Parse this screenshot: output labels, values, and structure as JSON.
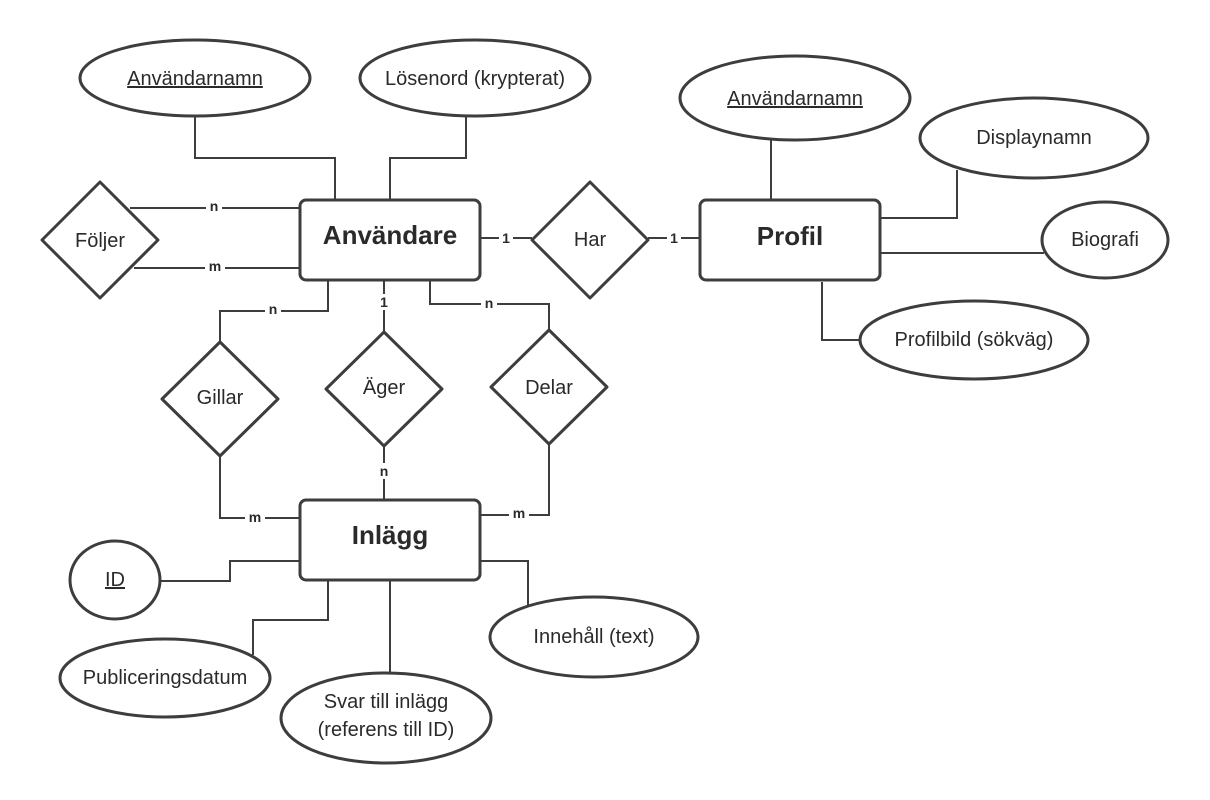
{
  "entities": {
    "anvandare": "Användare",
    "profil": "Profil",
    "inlagg": "Inlägg"
  },
  "relationships": {
    "foljer": "Följer",
    "har": "Har",
    "gillar": "Gillar",
    "ager": "Äger",
    "delar": "Delar"
  },
  "attributes": {
    "anvandare_anvandarnamn": "Användarnamn",
    "anvandare_losenord": "Lösenord (krypterat)",
    "profil_anvandarnamn": "Användarnamn",
    "profil_displaynamn": "Displaynamn",
    "profil_biografi": "Biografi",
    "profil_profilbild": "Profilbild (sökväg)",
    "inlagg_id": "ID",
    "inlagg_publiceringsdatum": "Publiceringsdatum",
    "inlagg_svar_line1": "Svar till inlägg",
    "inlagg_svar_line2": "(referens till ID)",
    "inlagg_innehall": "Innehåll (text)"
  },
  "cardinalities": {
    "foljer_top": "n",
    "foljer_bottom": "m",
    "har_left": "1",
    "har_right": "1",
    "gillar_top": "n",
    "gillar_bottom": "m",
    "ager_top": "1",
    "ager_bottom": "n",
    "delar_top": "n",
    "delar_bottom": "m"
  }
}
